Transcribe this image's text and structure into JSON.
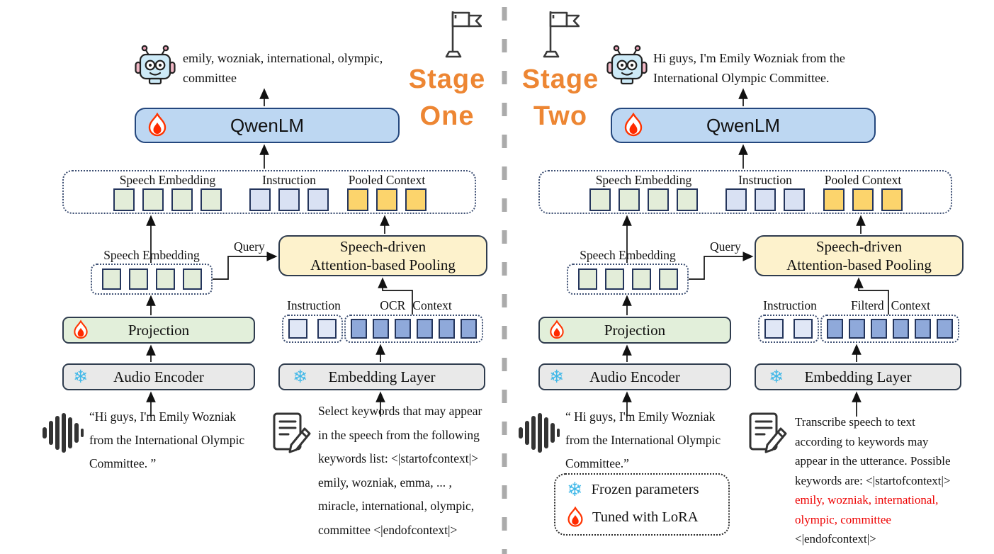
{
  "labels": {
    "speech_embedding": "Speech Embedding",
    "instruction": "Instruction",
    "pooled_context": "Pooled Context",
    "query": "Query",
    "pooling_line1": "Speech-driven",
    "pooling_line2": "Attention-based Pooling",
    "projection": "Projection",
    "audio_encoder": "Audio Encoder",
    "embedding_layer": "Embedding Layer",
    "qwenlm": "QwenLM"
  },
  "legend": {
    "frozen": "Frozen parameters",
    "tuned": "Tuned with LoRA"
  },
  "glyphs": {
    "snowflake": "❄"
  },
  "left": {
    "stage_badge": {
      "line1": "Stage",
      "line2": "One"
    },
    "output_lines": [
      "emily, wozniak, international, olympic,",
      "committee"
    ],
    "context_label": {
      "word1": "OCR",
      "word2": "Context"
    },
    "speech_lines": [
      "“Hi guys, I'm Emily Wozniak",
      "from the International Olympic",
      "Committee. ”"
    ],
    "instruction_lines": [
      "Select keywords that may appear",
      "in the speech from the following",
      "keywords list: <|startofcontext|>",
      "emily, wozniak, emma, ... ,",
      "miracle, international, olympic,",
      "committee <|endofcontext|>"
    ]
  },
  "right": {
    "stage_badge": {
      "line1": "Stage",
      "line2": "Two"
    },
    "output_lines": [
      "Hi guys, I'm Emily Wozniak from the",
      "International Olympic Committee."
    ],
    "context_label": {
      "word1": "Filterd",
      "word2": "Context"
    },
    "speech_lines": [
      "“ Hi guys, I'm Emily Wozniak",
      "from the International Olympic",
      "Committee.”"
    ],
    "instruction_lines": [
      "Transcribe speech to text",
      "according to keywords may",
      "appear in the utterance. Possible",
      "keywords are: <|startofcontext|>",
      "emily, wozniak, international,",
      "olympic, committee",
      "<|endofcontext|>"
    ],
    "instruction_red_line_indexes": [
      4,
      5
    ]
  },
  "tokens": {
    "top_speech": 4,
    "top_instruction": 3,
    "top_pooled": 3,
    "mid_speech": 4,
    "bottom_instruction": 2,
    "bottom_context": 6
  },
  "icons": {
    "robot": "robot-icon",
    "flag": "flag-icon",
    "fire": "fire-icon",
    "snowflake": "snowflake-icon",
    "waveform": "waveform-icon",
    "note": "note-icon"
  },
  "colors": {
    "stage_orange": "#ed8633",
    "qwenlm_fill": "#bdd7f2",
    "pooling_fill": "#fdf2cc",
    "projection_fill": "#e2efda",
    "frozen_box_fill": "#e9e9e9",
    "token_green": "#e3edd9",
    "token_lavender": "#d9e1f3",
    "token_light_lavender": "#e0e7f6",
    "token_blue": "#8fa9da",
    "token_yellow": "#fcd46c",
    "red_text": "#ee0000",
    "snowflake_blue": "#41b8e8",
    "fire_red": "#ff2a00",
    "divider_gray": "#ababab"
  }
}
